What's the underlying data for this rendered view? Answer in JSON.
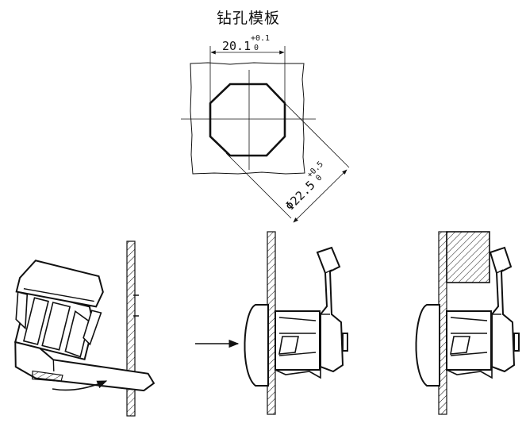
{
  "title": "钻孔模板",
  "dims": {
    "width_main": "20.1",
    "width_tol_upper": "+0.1",
    "width_tol_lower": "0",
    "dia_main": "Φ22.5",
    "dia_tol_upper": "+0.5",
    "dia_tol_lower": "0"
  },
  "colors": {
    "ink": "#111111",
    "paper": "#ffffff"
  }
}
